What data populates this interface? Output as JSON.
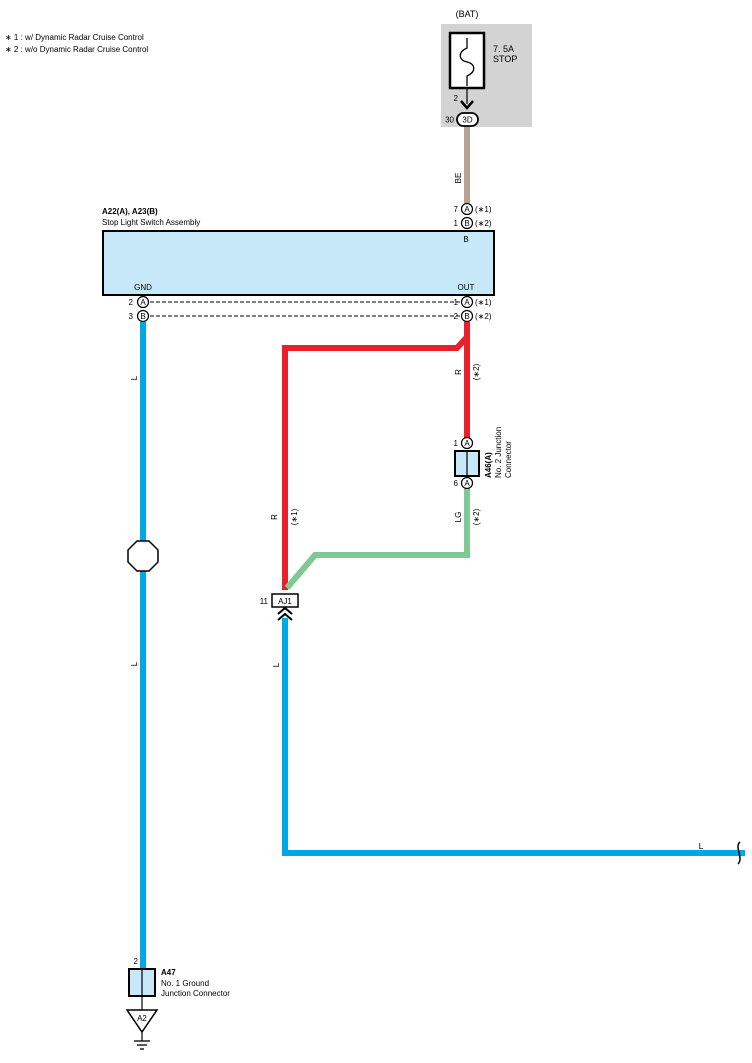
{
  "notes": {
    "n1": "∗ 1 : w/ Dynamic Radar Cruise Control",
    "n2": "∗ 2 : w/o Dynamic Radar Cruise Control"
  },
  "fuse": {
    "source": "(BAT)",
    "rating": "7. 5A",
    "name": "STOP",
    "pin": "2",
    "connector_pin": "30",
    "connector": "3D"
  },
  "switch": {
    "code": "A22(A), A23(B)",
    "name": "Stop Light Switch Assembly",
    "gnd_label": "GND",
    "out_label": "OUT",
    "b_label": "B",
    "in_pin_a": "7",
    "in_pin_b": "1",
    "gnd_pin_a": "2",
    "gnd_pin_b": "3",
    "out_pin_a": "1",
    "out_pin_b": "2",
    "conn_a": "A",
    "conn_b": "B",
    "tag1": "(∗1)",
    "tag2": "(∗2)"
  },
  "junction2": {
    "code": "A46(A)",
    "name1": "No. 2 Junction",
    "name2": "Connector",
    "pin_top": "1",
    "pin_bottom": "6",
    "conn": "A"
  },
  "aj1": {
    "label": "AJ1",
    "pin": "11"
  },
  "ground": {
    "code": "A47",
    "name1": "No.  1 Ground",
    "name2": "Junction Connector",
    "pin": "2",
    "point": "A2"
  },
  "wires": {
    "be": "BE",
    "r": "R",
    "lg": "LG",
    "l": "L",
    "tag1": "(∗1)",
    "tag2": "(∗2)"
  },
  "colors": {
    "red": "#e8202a",
    "blue": "#00a7e6",
    "green": "#7ec995",
    "tan": "#b7a391",
    "box": "#c7e8f8",
    "shade": "#d3d3d3"
  }
}
